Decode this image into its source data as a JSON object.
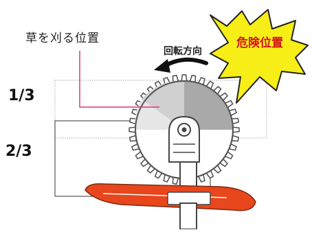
{
  "labels": {
    "cutting_position": "草を刈る位置",
    "rotation_direction": "回転方向",
    "danger_position": "危険位置",
    "upper_fraction": "1/3",
    "lower_fraction": "2/3"
  },
  "colors": {
    "leader_line": "#e0307a",
    "starburst_fill": "#f6ee16",
    "danger_text": "#d4151c",
    "guard": "#e8461c",
    "cut_zone": "#cfcfcf",
    "danger_zone": "#a9a9a9"
  },
  "icons": {
    "rotation_arrow": "curved-arrow-left",
    "starburst": "explosion-burst"
  }
}
